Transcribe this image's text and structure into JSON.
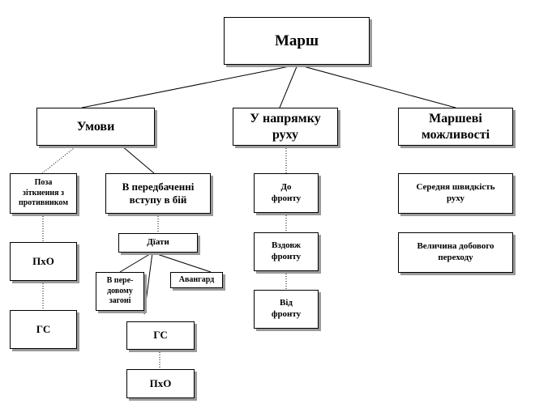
{
  "diagram": {
    "root": "Марш",
    "conditions": "Умови",
    "direction": "У напрямку\nруху",
    "capabilities": "Маршеві\nможливості",
    "out_of_contact": "Поза\nзіткнення з\nпротивником",
    "anticipating_battle": "В передбаченні\nвступу в бій",
    "left_pho": "ПхО",
    "left_gs": "ГС",
    "actions": "Дїати",
    "forward_zone": "В пере-\nдовому\nзагоні",
    "vanguard": "Авангард",
    "center_gs": "ГС",
    "center_pho": "ПхО",
    "to_front": "До\nфронту",
    "along_front": "Вздовж\nфронту",
    "from_front": "Від\nфронту",
    "avg_speed": "Середня швидкість\nруху",
    "daily_march": "Величина добового\nпереходу"
  }
}
